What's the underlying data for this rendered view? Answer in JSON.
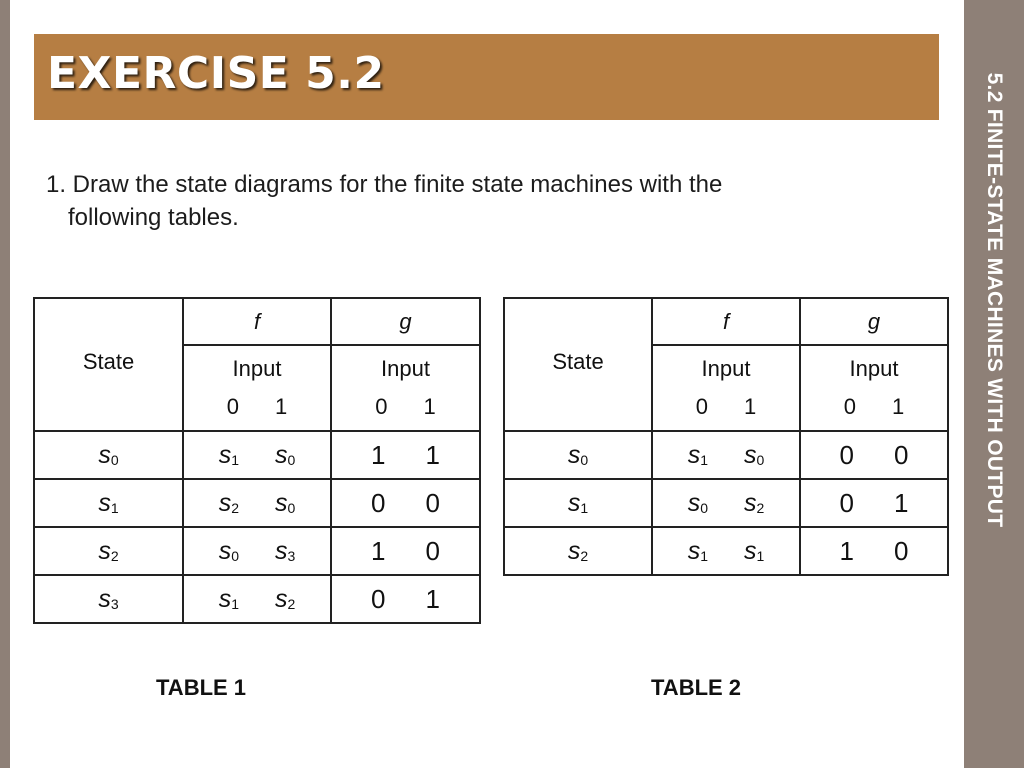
{
  "slide": {
    "title": "EXERCISE 5.2",
    "side_title": "5.2 FINITE-STATE MACHINES WITH OUTPUT",
    "question_line1": "1. Draw the state diagrams for the finite state machines with the",
    "question_line2": "following tables."
  },
  "tables": [
    {
      "caption": "TABLE 1",
      "header": {
        "state": "State",
        "f": "f",
        "g": "g",
        "input": "Input",
        "input_values": [
          "0",
          "1"
        ]
      },
      "rows": [
        {
          "state": "s",
          "sub": "0",
          "f0": "s",
          "f0_sub": "1",
          "f1": "s",
          "f1_sub": "0",
          "g0": "1",
          "g1": "1"
        },
        {
          "state": "s",
          "sub": "1",
          "f0": "s",
          "f0_sub": "2",
          "f1": "s",
          "f1_sub": "0",
          "g0": "0",
          "g1": "0"
        },
        {
          "state": "s",
          "sub": "2",
          "f0": "s",
          "f0_sub": "0",
          "f1": "s",
          "f1_sub": "3",
          "g0": "1",
          "g1": "0"
        },
        {
          "state": "s",
          "sub": "3",
          "f0": "s",
          "f0_sub": "1",
          "f1": "s",
          "f1_sub": "2",
          "g0": "0",
          "g1": "1"
        }
      ]
    },
    {
      "caption": "TABLE 2",
      "header": {
        "state": "State",
        "f": "f",
        "g": "g",
        "input": "Input",
        "input_values": [
          "0",
          "1"
        ]
      },
      "rows": [
        {
          "state": "s",
          "sub": "0",
          "f0": "s",
          "f0_sub": "1",
          "f1": "s",
          "f1_sub": "0",
          "g0": "0",
          "g1": "0"
        },
        {
          "state": "s",
          "sub": "1",
          "f0": "s",
          "f0_sub": "0",
          "f1": "s",
          "f1_sub": "2",
          "g0": "0",
          "g1": "1"
        },
        {
          "state": "s",
          "sub": "2",
          "f0": "s",
          "f0_sub": "1",
          "f1": "s",
          "f1_sub": "1",
          "g0": "1",
          "g1": "0"
        }
      ]
    }
  ],
  "colors": {
    "title_bar": "#b67e43",
    "side_band": "#8e8077",
    "title_text": "#ffffff"
  }
}
